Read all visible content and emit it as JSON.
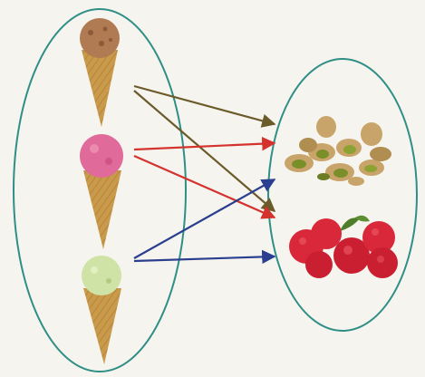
{
  "diagram": {
    "kind": "arrow-mapping",
    "sets": [
      {
        "id": "ice-creams",
        "items": [
          "ice-cream-chocolate",
          "ice-cream-strawberry",
          "ice-cream-pistachio"
        ]
      },
      {
        "id": "foods",
        "items": [
          "pistachios",
          "raspberries"
        ]
      }
    ],
    "mappings": [
      {
        "from": "ice-cream-chocolate",
        "to": "pistachios",
        "color": "#6b5a2a"
      },
      {
        "from": "ice-cream-chocolate",
        "to": "raspberries",
        "color": "#6b5a2a"
      },
      {
        "from": "ice-cream-strawberry",
        "to": "pistachios",
        "color": "#d4322c"
      },
      {
        "from": "ice-cream-strawberry",
        "to": "raspberries",
        "color": "#d4322c"
      },
      {
        "from": "ice-cream-pistachio",
        "to": "pistachios",
        "color": "#2a3f8f"
      },
      {
        "from": "ice-cream-pistachio",
        "to": "raspberries",
        "color": "#2a3f8f"
      }
    ],
    "colors": {
      "ellipse": "#2f8f86",
      "cone": "#c99a4a",
      "scoop_chocolate": "#b07a52",
      "scoop_strawberry": "#e06a9a",
      "scoop_pistachio": "#cfe3a6",
      "pistachio_shell": "#c9a46a",
      "pistachio_kernel": "#7a8f2a",
      "raspberry": "#d8283a"
    }
  }
}
